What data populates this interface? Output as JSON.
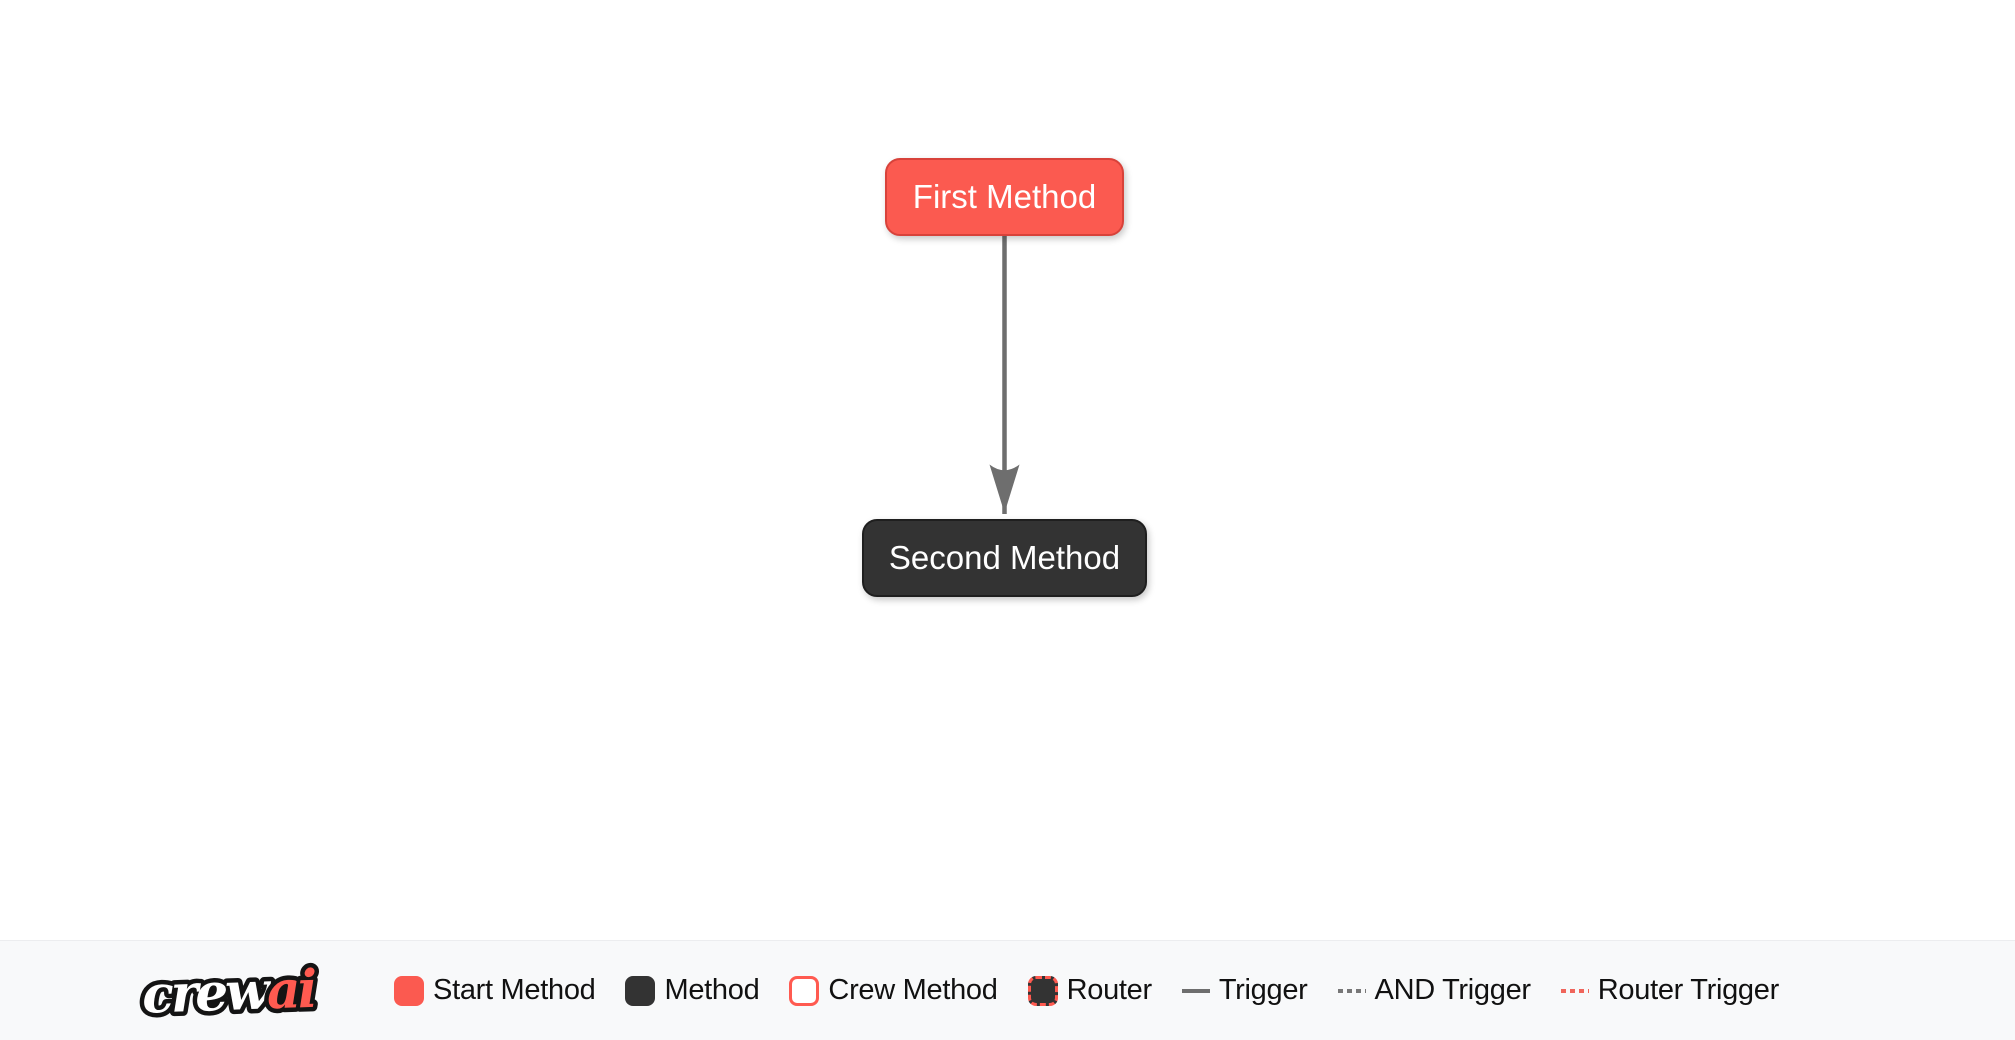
{
  "diagram": {
    "nodes": [
      {
        "id": "first",
        "label": "First Method",
        "type": "start-method"
      },
      {
        "id": "second",
        "label": "Second Method",
        "type": "method"
      }
    ],
    "edges": [
      {
        "from": "first",
        "to": "second",
        "type": "trigger"
      }
    ]
  },
  "legend": {
    "logo": {
      "crew": "crew",
      "ai": "ai"
    },
    "items": [
      {
        "label": "Start Method",
        "swatch": "start-box"
      },
      {
        "label": "Method",
        "swatch": "method-box"
      },
      {
        "label": "Crew Method",
        "swatch": "crew-box"
      },
      {
        "label": "Router",
        "swatch": "router-box"
      },
      {
        "label": "Trigger",
        "swatch": "solid-gray-line"
      },
      {
        "label": "AND Trigger",
        "swatch": "dashed-gray-line"
      },
      {
        "label": "Router Trigger",
        "swatch": "dashed-red-line"
      }
    ]
  },
  "colors": {
    "start_fill": "#FB5A50",
    "start_border": "#D8423A",
    "method_fill": "#333333",
    "method_border": "#1F1F1F",
    "edge_gray": "#6E6E6E",
    "legend_bg": "#F8F9FA",
    "brand_red": "#FF5A50",
    "router_dash": "#F0655B",
    "canvas_bg": "#FFFFFF",
    "node_text": "#FFFFFF",
    "legend_text": "#111111"
  }
}
